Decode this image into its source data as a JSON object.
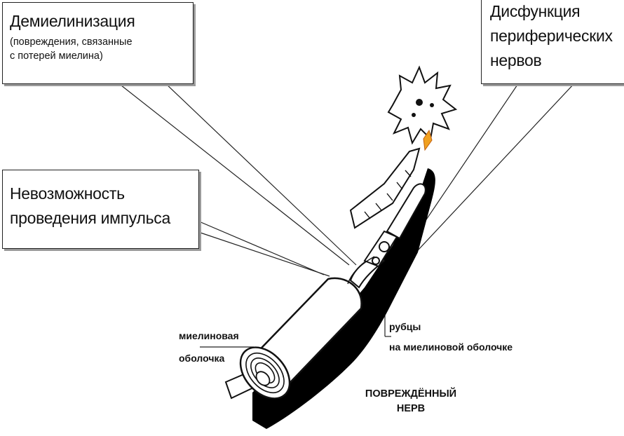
{
  "callouts": {
    "demyelination": {
      "title": "Демиелинизация",
      "line1": "(повреждения,  связанные",
      "line2": "с потерей миелина)"
    },
    "impulse": {
      "line1": "Невозможность",
      "line2": "проведения импульса"
    },
    "peripheral": {
      "line1": "Дисфункция",
      "line2": "периферических",
      "line3": "нервов"
    }
  },
  "labels": {
    "myelin_sheath": {
      "line1": "миелиновая",
      "line2": "оболочка"
    },
    "scars": {
      "line1": "рубцы",
      "line2": "на миелиновой оболочке"
    },
    "damaged_nerve": {
      "line1": "ПОВРЕЖДЁННЫЙ",
      "line2": "НЕРВ"
    }
  },
  "colors": {
    "ink": "#111111",
    "shadow": "#000000",
    "lesion_accent": "#f0a020"
  }
}
